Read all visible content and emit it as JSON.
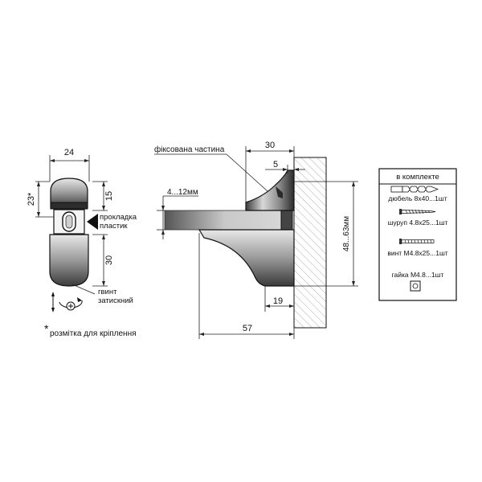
{
  "front_view": {
    "width_dim": "24",
    "height_top_dim": "23*",
    "top_part_dim": "15",
    "bottom_part_dim": "30",
    "gasket_label_line1": "прокладка",
    "gasket_label_line2": "пластик",
    "screw_label_line1": "гвинт",
    "screw_label_line2": "затискний"
  },
  "footnote": {
    "marker": "*",
    "text": "розмітка для кріплення"
  },
  "side_view": {
    "fixed_part_label": "фіксована частина",
    "top_width_dim": "30",
    "gap_dim": "5",
    "shelf_thickness_dim": "4...12мм",
    "height_range_dim": "48...63мм",
    "bottom_offset_dim": "19",
    "total_depth_dim": "57"
  },
  "kit": {
    "title": "в комплекте",
    "items": [
      {
        "label": "дюбель 8х40...1шт",
        "icon": "dowel-icon"
      },
      {
        "label": "шуруп 4.8х25...1шт",
        "icon": "wood-screw-icon"
      },
      {
        "label": "винт М4.8х25...1шт",
        "icon": "machine-screw-icon"
      },
      {
        "label": "гайка М4.8...1шт",
        "icon": "nut-icon"
      }
    ]
  }
}
